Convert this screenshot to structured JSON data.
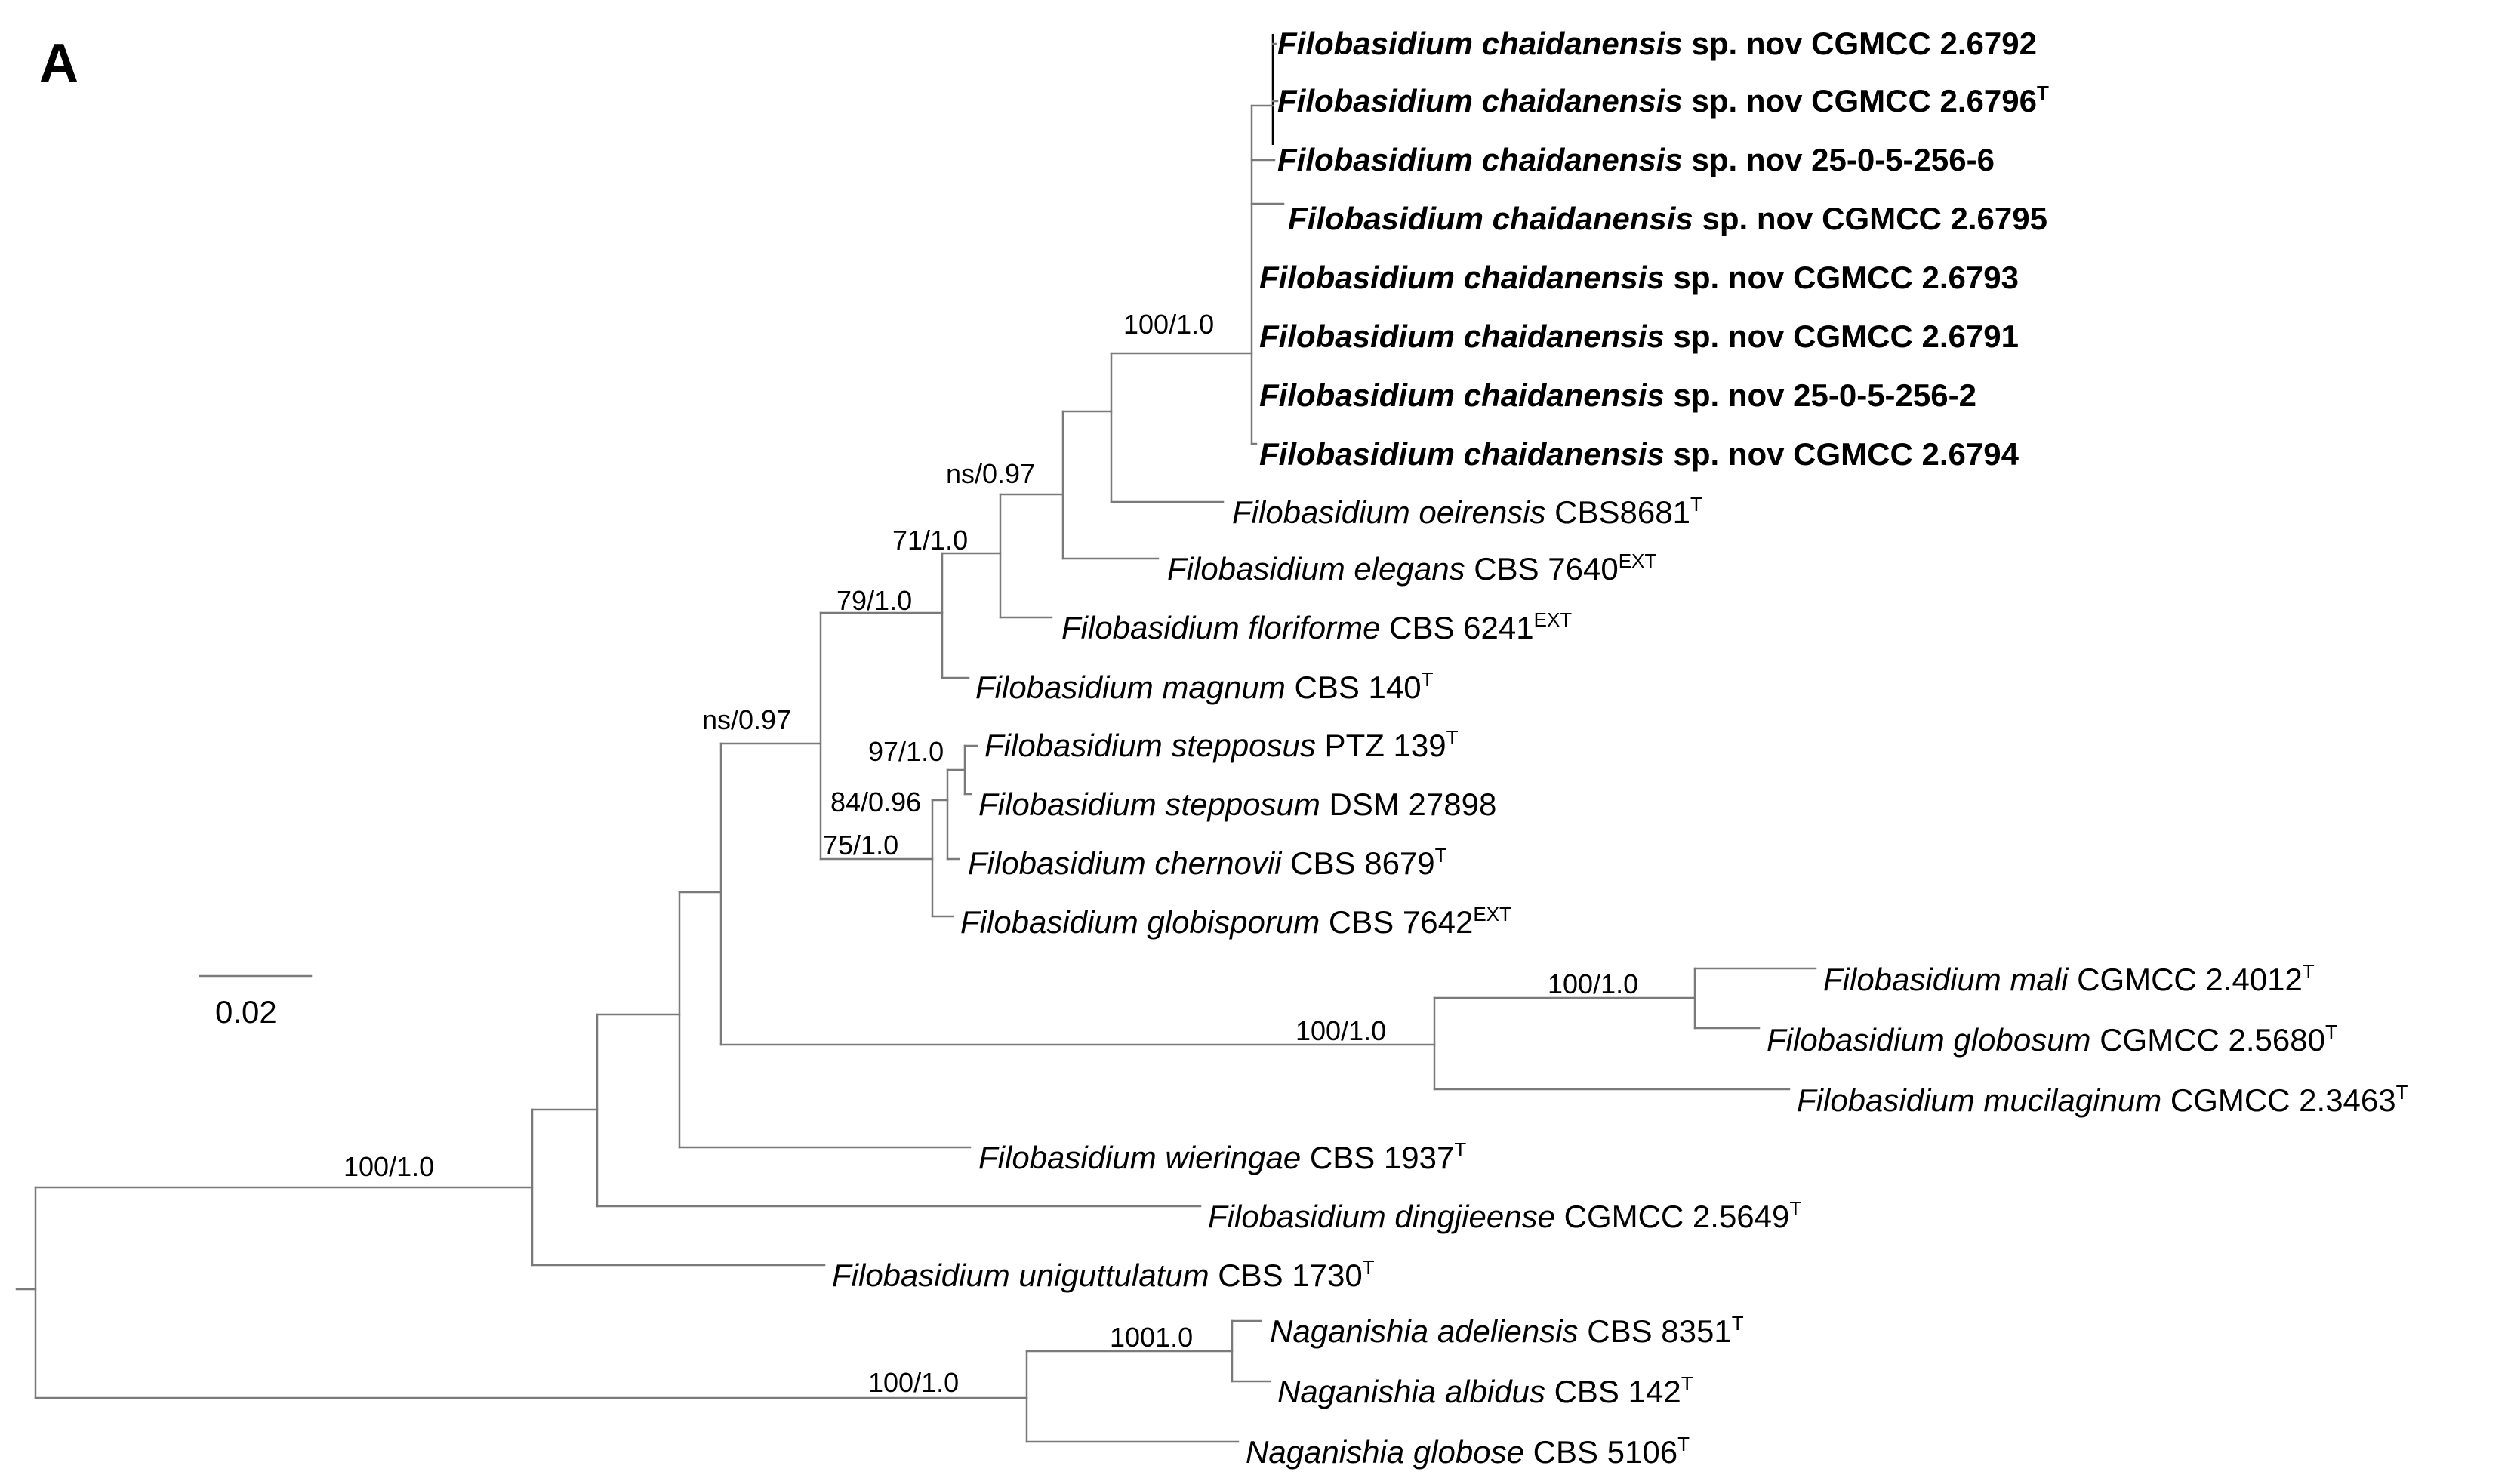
{
  "panel_label": "A",
  "scale_bar": {
    "label": "0.02"
  },
  "taxa": [
    {
      "genus": "Filobasidium chaidanensis",
      "rest": " sp. nov CGMCC 2.6792",
      "sup": "",
      "bold": true
    },
    {
      "genus": "Filobasidium chaidanensis",
      "rest": " sp. nov CGMCC 2.6796",
      "sup": "T",
      "bold": true
    },
    {
      "genus": "Filobasidium chaidanensis",
      "rest": " sp. nov 25-0-5-256-6",
      "sup": "",
      "bold": true
    },
    {
      "genus": "Filobasidium chaidanensis",
      "rest": " sp. nov CGMCC 2.6795",
      "sup": "",
      "bold": true
    },
    {
      "genus": "Filobasidium chaidanensis",
      "rest": " sp. nov CGMCC 2.6793",
      "sup": "",
      "bold": true
    },
    {
      "genus": "Filobasidium chaidanensis",
      "rest": " sp. nov CGMCC 2.6791",
      "sup": "",
      "bold": true
    },
    {
      "genus": "Filobasidium chaidanensis",
      "rest": " sp. nov 25-0-5-256-2",
      "sup": "",
      "bold": true
    },
    {
      "genus": "Filobasidium chaidanensis",
      "rest": " sp. nov CGMCC 2.6794",
      "sup": "",
      "bold": true
    },
    {
      "genus": "Filobasidium oeirensis",
      "rest": " CBS8681",
      "sup": "T",
      "bold": false
    },
    {
      "genus": "Filobasidium elegans",
      "rest": " CBS 7640",
      "sup": "EXT",
      "bold": false
    },
    {
      "genus": "Filobasidium floriforme",
      "rest": " CBS 6241",
      "sup": "EXT",
      "bold": false
    },
    {
      "genus": "Filobasidium magnum",
      "rest": " CBS 140",
      "sup": "T",
      "bold": false
    },
    {
      "genus": "Filobasidium stepposus",
      "rest": " PTZ 139",
      "sup": "T",
      "bold": false
    },
    {
      "genus": "Filobasidium stepposum",
      "rest": " DSM 27898",
      "sup": "",
      "bold": false
    },
    {
      "genus": "Filobasidium chernovii",
      "rest": " CBS 8679",
      "sup": "T",
      "bold": false
    },
    {
      "genus": "Filobasidium globisporum",
      "rest": " CBS 7642",
      "sup": "EXT",
      "bold": false
    },
    {
      "genus": "Filobasidium mali",
      "rest": " CGMCC 2.4012",
      "sup": "T",
      "bold": false
    },
    {
      "genus": "Filobasidium globosum",
      "rest": " CGMCC 2.5680",
      "sup": "T",
      "bold": false
    },
    {
      "genus": "Filobasidium mucilaginum",
      "rest": " CGMCC 2.3463",
      "sup": "T",
      "bold": false
    },
    {
      "genus": "Filobasidium wieringae",
      "rest": " CBS 1937",
      "sup": "T",
      "bold": false
    },
    {
      "genus": "Filobasidium dingjieense",
      "rest": " CGMCC 2.5649",
      "sup": "T",
      "bold": false
    },
    {
      "genus": "Filobasidium uniguttulatum",
      "rest": " CBS 1730",
      "sup": "T",
      "bold": false
    },
    {
      "genus": "Naganishia adeliensis",
      "rest": " CBS 8351",
      "sup": "T",
      "bold": false
    },
    {
      "genus": "Naganishia albidus",
      "rest": " CBS 142",
      "sup": "T",
      "bold": false
    },
    {
      "genus": "Naganishia globose",
      "rest": " CBS 5106",
      "sup": "T",
      "bold": false
    }
  ],
  "supports": [
    "100/1.0",
    "ns/0.97",
    "71/1.0",
    "79/1.0",
    "ns/0.97",
    "97/1.0",
    "84/0.96",
    "75/1.0",
    "100/1.0",
    "100/1.0",
    "100/1.0",
    "1001.0",
    "100/1.0"
  ]
}
